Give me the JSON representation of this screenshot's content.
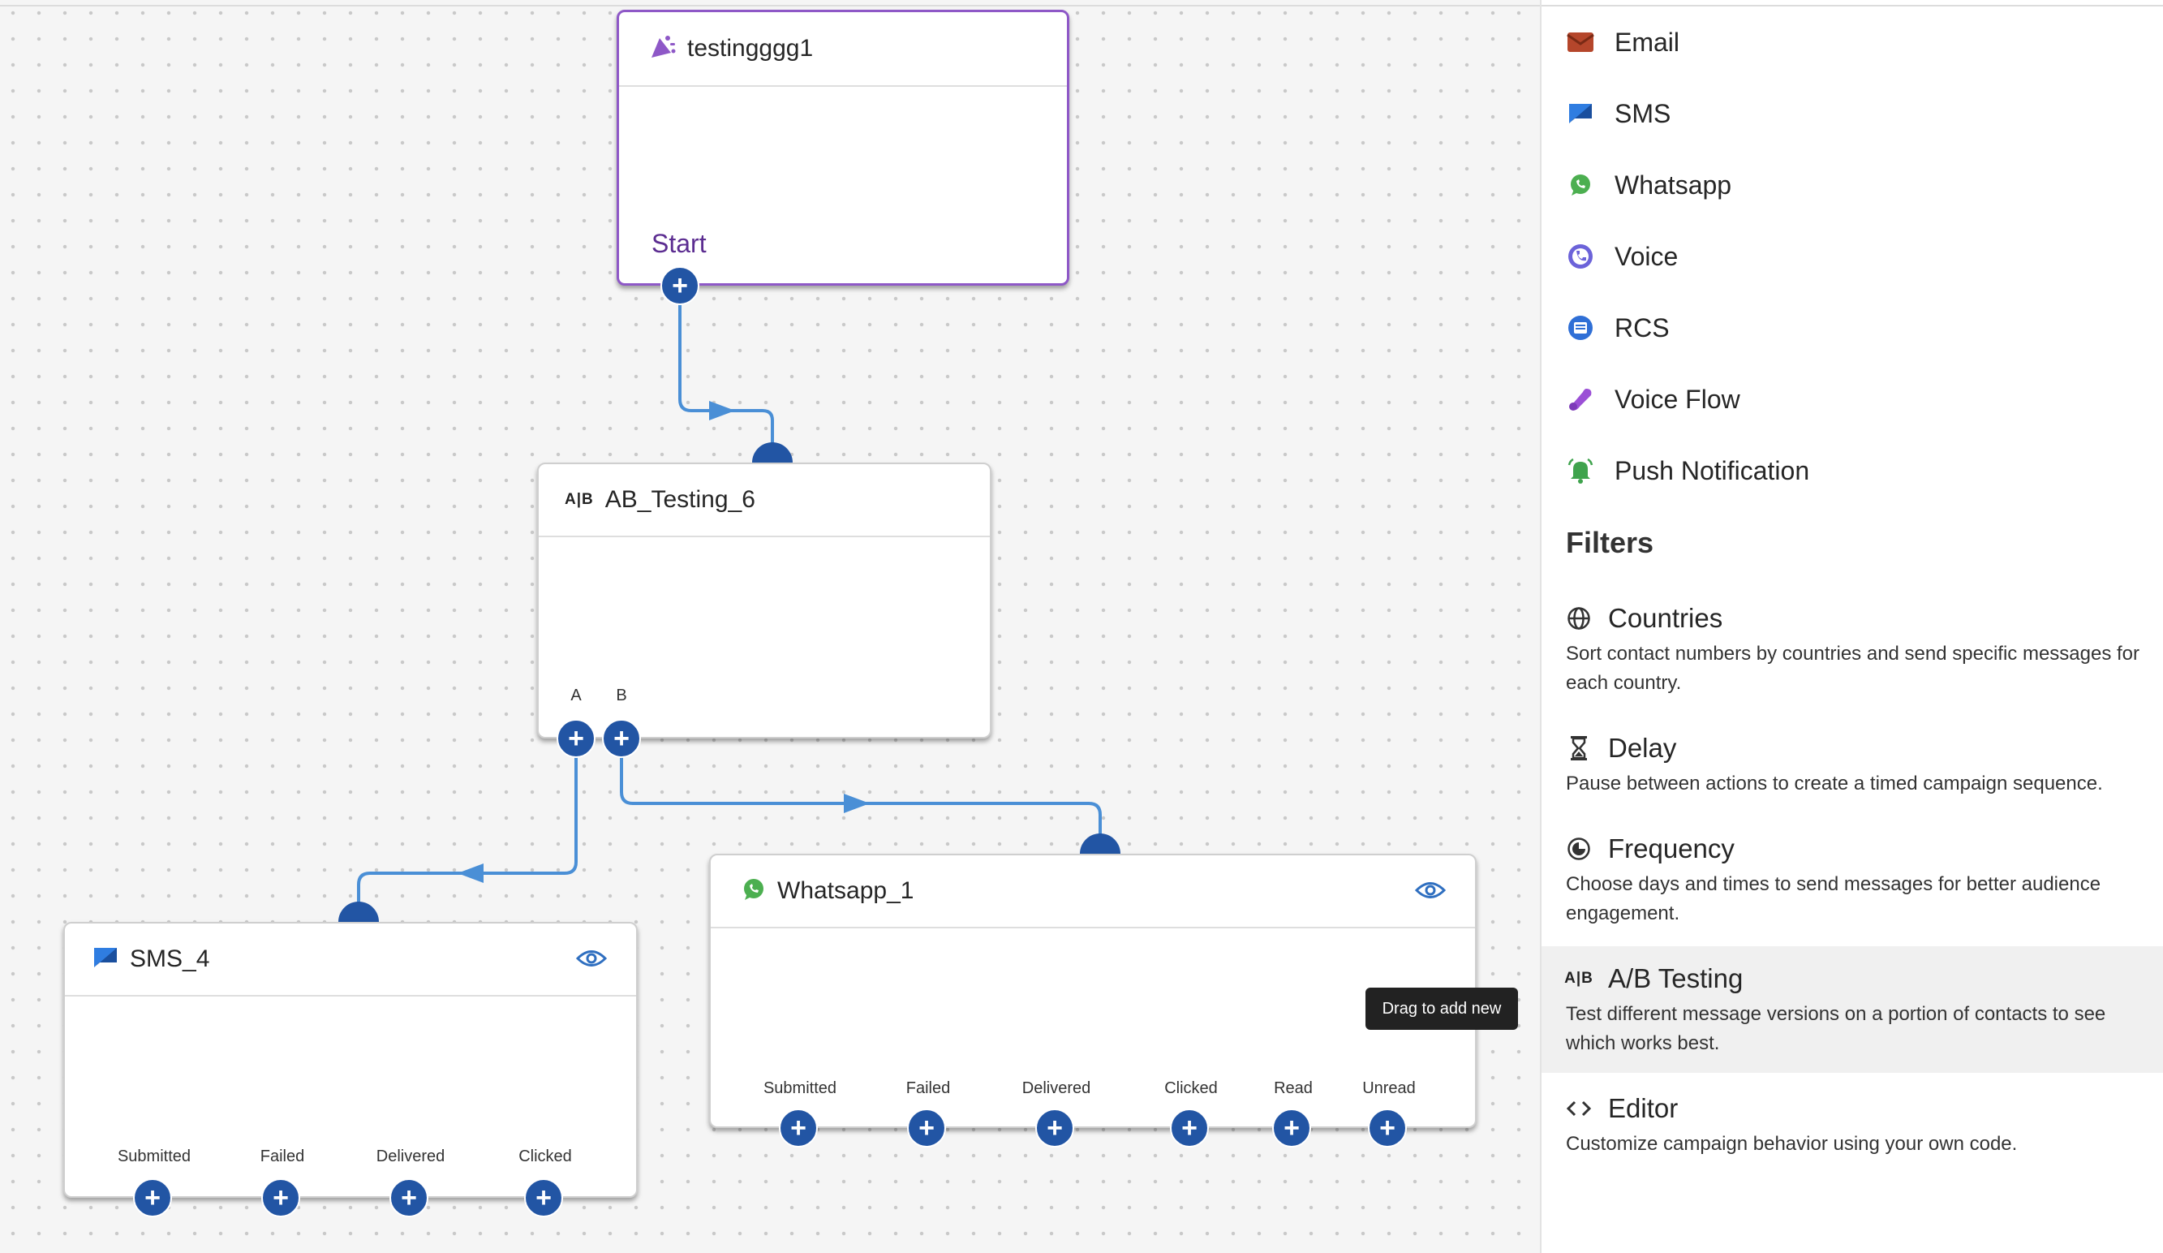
{
  "canvas": {
    "start_node": {
      "title": "testingggg1",
      "label": "Start",
      "icon": "megaphone-icon"
    },
    "ab_node": {
      "title": "AB_Testing_6",
      "icon": "ab-testing-icon",
      "ports": [
        "A",
        "B"
      ]
    },
    "sms_node": {
      "title": "SMS_4",
      "icon": "sms-icon",
      "ports": [
        "Submitted",
        "Failed",
        "Delivered",
        "Clicked"
      ]
    },
    "whatsapp_node": {
      "title": "Whatsapp_1",
      "icon": "whatsapp-icon",
      "ports": [
        "Submitted",
        "Failed",
        "Delivered",
        "Clicked",
        "Read",
        "Unread"
      ]
    },
    "tooltip": "Drag to add new",
    "edge_color": "#4a8fd6",
    "handle_color": "#2255a4",
    "start_border_color": "#8e58c7"
  },
  "panel": {
    "channels": [
      {
        "label": "Email",
        "icon": "email-icon",
        "color": "#b5462b"
      },
      {
        "label": "SMS",
        "icon": "sms-icon",
        "color": "#2f7de1"
      },
      {
        "label": "Whatsapp",
        "icon": "whatsapp-icon",
        "color": "#4caf50"
      },
      {
        "label": "Voice",
        "icon": "voice-icon",
        "color": "#6c63d9"
      },
      {
        "label": "RCS",
        "icon": "rcs-icon",
        "color": "#2f6fd6"
      },
      {
        "label": "Voice Flow",
        "icon": "voice-flow-icon",
        "color": "#9b4fd6"
      },
      {
        "label": "Push Notification",
        "icon": "bell-icon",
        "color": "#3fa34d"
      }
    ],
    "filters_title": "Filters",
    "filters": [
      {
        "title": "Countries",
        "icon": "globe-icon",
        "desc": "Sort contact numbers by countries and send specific messages for each country."
      },
      {
        "title": "Delay",
        "icon": "hourglass-icon",
        "desc": "Pause between actions to create a timed campaign sequence."
      },
      {
        "title": "Frequency",
        "icon": "frequency-icon",
        "desc": "Choose days and times to send messages for better audience engagement."
      },
      {
        "title": "A/B Testing",
        "icon": "ab-testing-icon",
        "desc": "Test different message versions on a portion of contacts to see which works best."
      },
      {
        "title": "Editor",
        "icon": "code-icon",
        "desc": "Customize campaign behavior using your own code."
      }
    ]
  }
}
